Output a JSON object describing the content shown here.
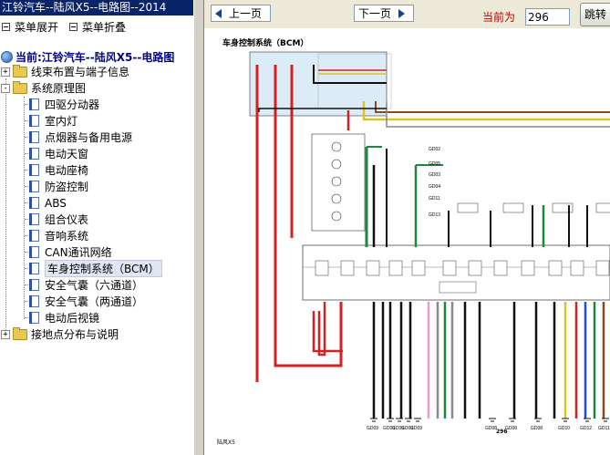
{
  "tree": {
    "title": "江铃汽车--陆风X5--电路图--2014",
    "menu": {
      "expand": "菜单展开",
      "collapse": "菜单折叠"
    },
    "current": "当前:江铃汽车--陆风X5--电路图",
    "nodes": [
      {
        "label": "线束布置与端子信息",
        "toggle": "+"
      },
      {
        "label": "系统原理图",
        "toggle": "-"
      },
      {
        "label": "接地点分布与说明",
        "toggle": "+"
      }
    ],
    "children": [
      "四驱分动器",
      "室内灯",
      "点烟器与备用电源",
      "电动天窗",
      "电动座椅",
      "防盗控制",
      "ABS",
      "组合仪表",
      "音响系统",
      "CAN通讯网络",
      "车身控制系统（BCM）",
      "安全气囊（六通道）",
      "安全气囊（两通道）",
      "电动后视镜"
    ]
  },
  "toolbar": {
    "prev": "上一页",
    "next": "下一页",
    "current_label": "当前为",
    "page_value": "296",
    "jump": "跳转"
  },
  "diagram": {
    "title": "车身控制系统（BCM）",
    "model": "陆风X5",
    "page": "296",
    "grounds": [
      "GD09",
      "GD09",
      "GD09",
      "GD09",
      "GD09",
      "GD08",
      "GD08",
      "GD08",
      "GD10",
      "GD12",
      "GD11"
    ],
    "side_grounds": [
      "GD02",
      "GD05",
      "GD03",
      "GD04",
      "GD11",
      "GD13"
    ],
    "colors": {
      "red": "#d42020",
      "green": "#1a8a3a",
      "black": "#111111",
      "yellow": "#e2c21a",
      "brown": "#8a4a1a",
      "blue": "#1f4fd0",
      "pink": "#e79ad6",
      "gray": "#888888"
    }
  }
}
